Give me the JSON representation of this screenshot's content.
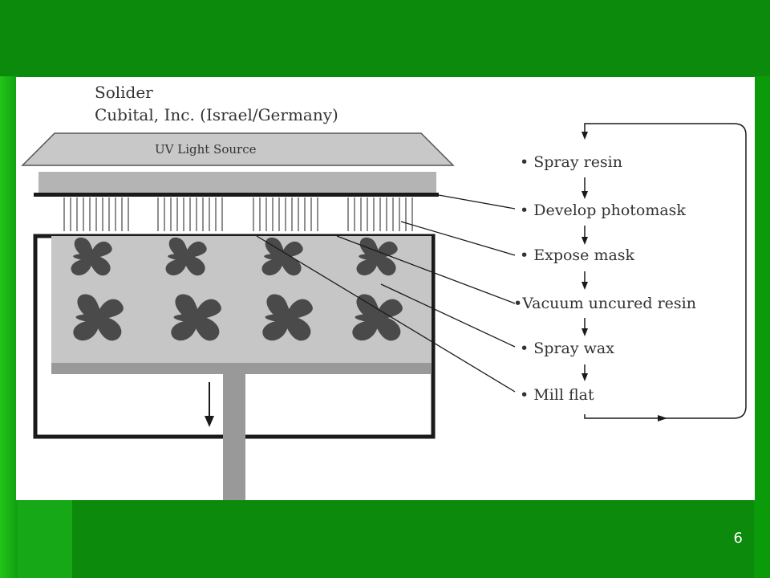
{
  "diagram": {
    "title_line1": "Solider",
    "title_line2": "Cubital, Inc. (Israel/Germany)",
    "light_source_label": "UV Light Source",
    "steps": [
      "• Spray resin",
      "• Develop photomask",
      "• Expose mask",
      "•Vacuum uncured resin",
      "• Spray wax",
      "• Mill flat"
    ]
  },
  "slide": {
    "number": "6"
  },
  "colors": {
    "background": "#0b8a0b",
    "panel": "#ffffff",
    "ink": "#333333"
  }
}
